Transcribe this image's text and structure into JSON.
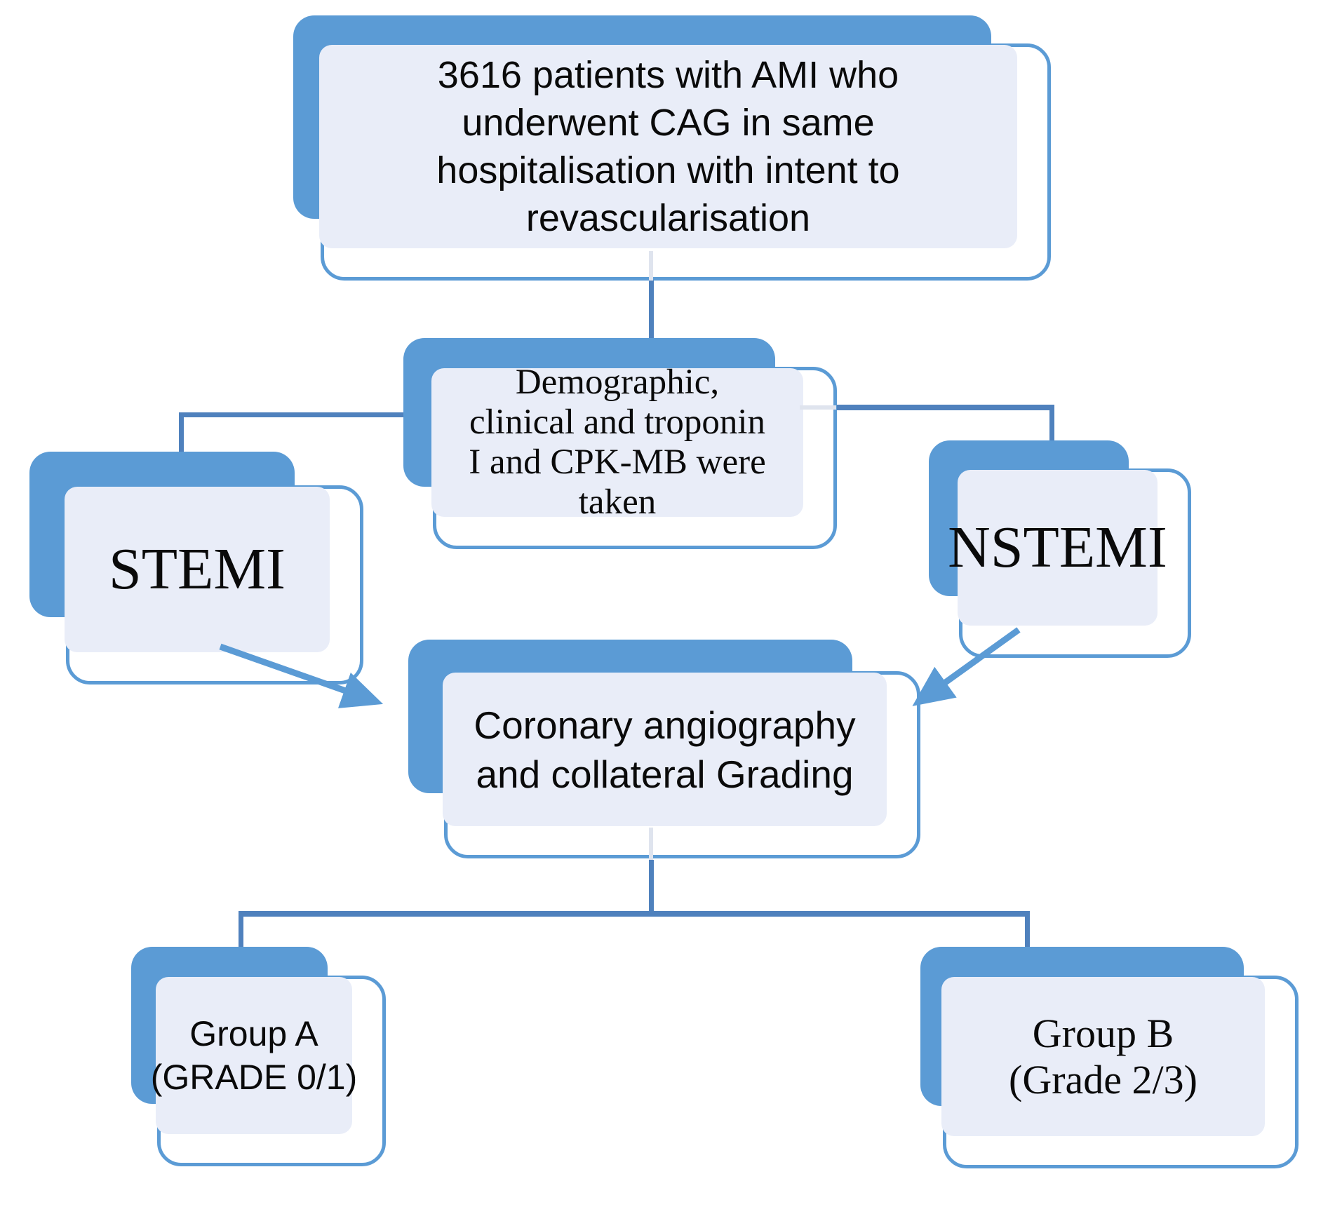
{
  "diagram": {
    "type": "flowchart",
    "colors": {
      "shape_blue": "#5b9bd5",
      "shape_fill": "#e9edf8",
      "connector_blue": "#4f81bd",
      "arrow_blue": "#5b9bd5",
      "text": "#0a0a0a"
    },
    "nodes": [
      {
        "id": "patients",
        "lines": [
          "3616 patients with AMI who",
          "underwent CAG in same",
          "hospitalisation with intent to",
          "revascularisation"
        ]
      },
      {
        "id": "demographics",
        "lines": [
          "Demographic,",
          "clinical and troponin",
          "I and CPK-MB were",
          "taken"
        ]
      },
      {
        "id": "stemi",
        "lines": [
          "STEMI"
        ]
      },
      {
        "id": "nstemi",
        "lines": [
          "NSTEMI"
        ]
      },
      {
        "id": "cag",
        "lines": [
          "Coronary angiography",
          "and collateral Grading"
        ]
      },
      {
        "id": "group_a",
        "lines": [
          "Group A",
          "(GRADE 0/1)"
        ]
      },
      {
        "id": "group_b",
        "lines": [
          "Group B",
          "(Grade 2/3)"
        ]
      }
    ],
    "edges": [
      {
        "from": "patients",
        "to": "demographics",
        "style": "elbow"
      },
      {
        "from": "demographics",
        "to": "stemi",
        "style": "elbow"
      },
      {
        "from": "demographics",
        "to": "nstemi",
        "style": "elbow"
      },
      {
        "from": "stemi",
        "to": "cag",
        "style": "arrow"
      },
      {
        "from": "nstemi",
        "to": "cag",
        "style": "arrow"
      },
      {
        "from": "cag",
        "to": "group_a",
        "style": "elbow"
      },
      {
        "from": "cag",
        "to": "group_b",
        "style": "elbow"
      }
    ]
  }
}
